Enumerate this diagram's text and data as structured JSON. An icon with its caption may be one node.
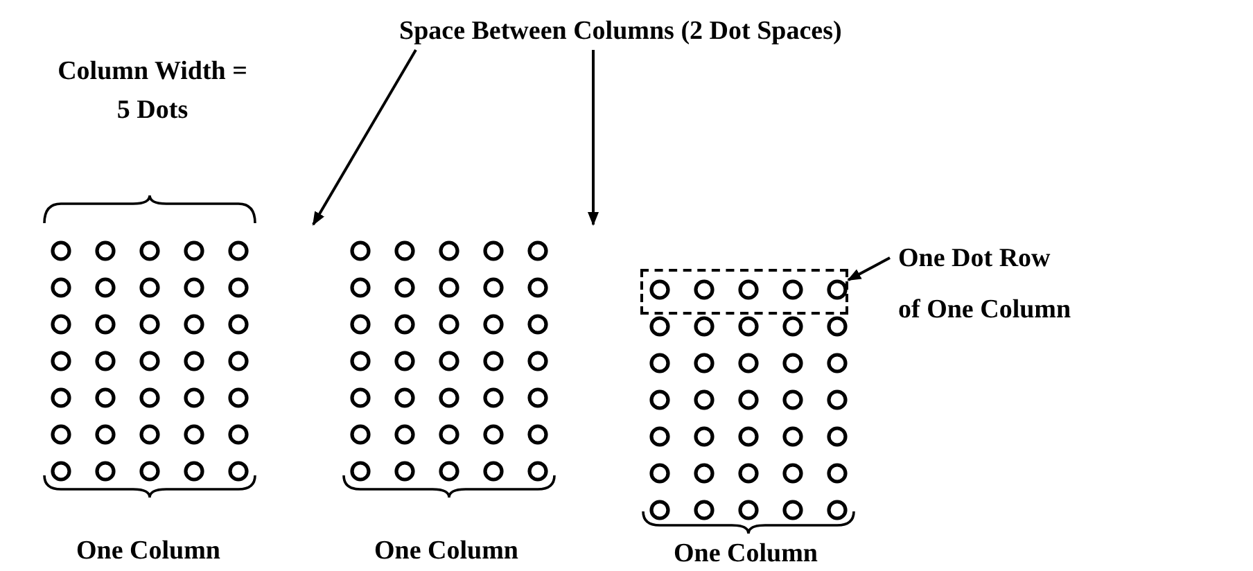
{
  "diagram": {
    "nodes": [
      {
        "text": [
          "Space Between Columns (2 Dot Spaces)"
        ]
      },
      {
        "text": [
          "One Dot Row of One Column"
        ]
      },
      {
        "text": [],
        "shape": "box"
      }
    ],
    "edges": [
      {
        "from": 0,
        "to": null,
        "arrow": "to"
      },
      {
        "from": 0,
        "to": null,
        "arrow": "to"
      },
      {
        "from": 1,
        "to": 2,
        "arrow": "to"
      }
    ],
    "labels": [
      "Column Width = 5 Dots",
      "One Column",
      "One Column",
      "One Column"
    ]
  }
}
